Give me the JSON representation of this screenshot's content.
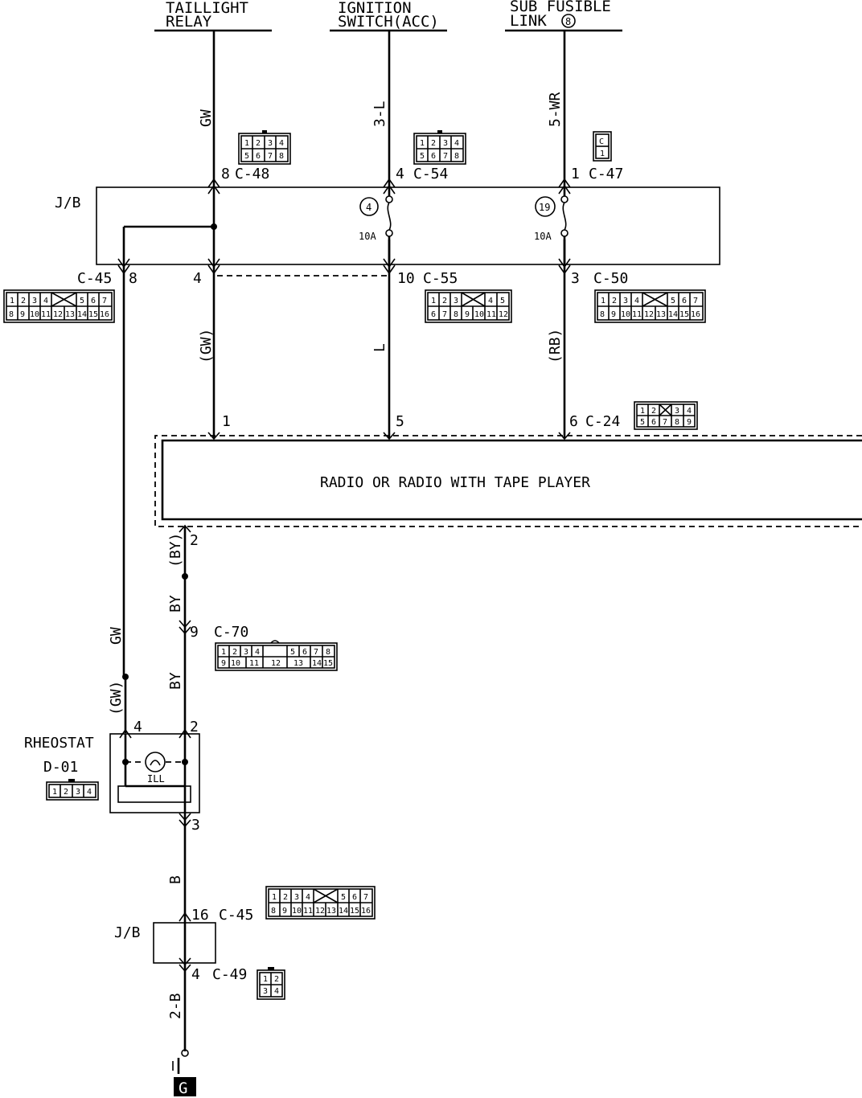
{
  "sources": {
    "taillight": [
      "TAILLIGHT",
      "RELAY"
    ],
    "ignition": [
      "IGNITION",
      "SWITCH(ACC)"
    ],
    "subfusible": [
      "SUB FUSIBLE",
      "LINK"
    ],
    "subfusible_num": "8"
  },
  "wires": {
    "gw": "GW",
    "l3": "3-L",
    "wr5": "5-WR",
    "gw_paren": "(GW)",
    "l": "L",
    "rb_paren": "(RB)",
    "by_paren": "(BY)",
    "by": "BY",
    "gw_left": "GW",
    "gw_left_paren": "(GW)",
    "b": "B",
    "b2": "2-B"
  },
  "connectors": {
    "c48": "C-48",
    "c54": "C-54",
    "c47": "C-47",
    "c45": "C-45",
    "c55": "C-55",
    "c50": "C-50",
    "c24": "C-24",
    "c70": "C-70",
    "c49": "C-49",
    "d01": "D-01"
  },
  "pins": {
    "p8a": "8",
    "p4a": "4",
    "p1a": "1",
    "p8b": "8",
    "p4b": "4",
    "p10": "10",
    "p3": "3",
    "p1r": "1",
    "p5r": "5",
    "p6r": "6",
    "p2r": "2",
    "p9": "9",
    "p4rh": "4",
    "p2rh": "2",
    "p3rh": "3",
    "p16": "16",
    "p4jb": "4"
  },
  "fuses": {
    "f4": "4",
    "f19": "19",
    "f4_amp": "10A",
    "f19_amp": "10A"
  },
  "labels": {
    "jb1": "J/B",
    "jb2": "J/B",
    "radio": "RADIO OR RADIO WITH TAPE PLAYER",
    "rheostat": "RHEOSTAT",
    "ill": "ILL",
    "ground": "G"
  },
  "connector_pins": {
    "c48": [
      [
        "1",
        "2",
        "3",
        "4"
      ],
      [
        "5",
        "6",
        "7",
        "8"
      ]
    ],
    "c54": [
      [
        "1",
        "2",
        "3",
        "4"
      ],
      [
        "5",
        "6",
        "7",
        "8"
      ]
    ],
    "c47": [
      [
        "C"
      ],
      [
        "1"
      ]
    ],
    "c45": [
      [
        "1",
        "2",
        "3",
        "4",
        "",
        "5",
        "6",
        "7"
      ],
      [
        "8",
        "9",
        "10",
        "11",
        "12",
        "13",
        "14",
        "15",
        "16"
      ]
    ],
    "c55": [
      [
        "1",
        "2",
        "3",
        "",
        "4",
        "5"
      ],
      [
        "6",
        "7",
        "8",
        "9",
        "10",
        "11",
        "12"
      ]
    ],
    "c50": [
      [
        "1",
        "2",
        "3",
        "4",
        "",
        "5",
        "6",
        "7"
      ],
      [
        "8",
        "9",
        "10",
        "11",
        "12",
        "13",
        "14",
        "15",
        "16"
      ]
    ],
    "c24": [
      [
        "1",
        "2",
        "",
        "3",
        "4"
      ],
      [
        "5",
        "6",
        "7",
        "8",
        "9"
      ]
    ],
    "c70": [
      [
        "1",
        "2",
        "3",
        "4",
        "",
        "5",
        "6",
        "7",
        "8"
      ],
      [
        "9",
        "10",
        "11",
        "12",
        "13",
        "14",
        "15"
      ]
    ],
    "d01": [
      [
        "1",
        "2",
        "3",
        "4"
      ]
    ],
    "c45b": [
      [
        "1",
        "2",
        "3",
        "4",
        "",
        "5",
        "6",
        "7"
      ],
      [
        "8",
        "9",
        "10",
        "11",
        "12",
        "13",
        "14",
        "15",
        "16"
      ]
    ],
    "c49": [
      [
        "1",
        "2"
      ],
      [
        "3",
        "4"
      ]
    ]
  }
}
